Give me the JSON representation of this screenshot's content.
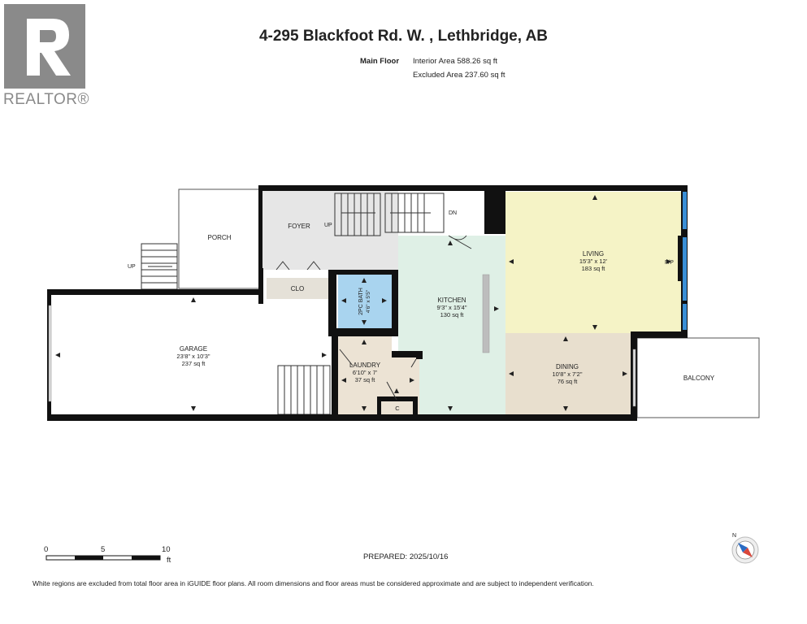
{
  "brand": {
    "name": "REALTOR®"
  },
  "header": {
    "title": "4-295 Blackfoot Rd. W. , Lethbridge, AB",
    "floor": "Main Floor",
    "interior_area": "Interior Area 588.26 sq ft",
    "excluded_area": "Excluded Area 237.60 sq ft"
  },
  "rooms": {
    "porch": {
      "name": "PORCH"
    },
    "foyer": {
      "name": "FOYER"
    },
    "closet": {
      "name": "CLO"
    },
    "bath": {
      "name": "2PC BATH",
      "dims": "4'6\" x 5'5\""
    },
    "garage": {
      "name": "GARAGE",
      "dims": "23'8\" x 10'3\"",
      "area": "237 sq ft"
    },
    "laundry": {
      "name": "LAUNDRY",
      "dims": "6'10\" x 7'",
      "area": "37 sq ft"
    },
    "laundry_closet": {
      "name": "C"
    },
    "kitchen": {
      "name": "KITCHEN",
      "dims": "9'3\" x 15'4\"",
      "area": "130 sq ft"
    },
    "living": {
      "name": "LIVING",
      "dims": "15'3\" x 12'",
      "area": "183 sq ft"
    },
    "fireplace": {
      "name": "F/P"
    },
    "dining": {
      "name": "DINING",
      "dims": "10'8\" x 7'2\"",
      "area": "76 sq ft"
    },
    "balcony": {
      "name": "BALCONY"
    }
  },
  "stairs": {
    "up": "UP",
    "down": "DN"
  },
  "scale": {
    "ticks": [
      "0",
      "5",
      "10"
    ],
    "unit": "ft"
  },
  "prepared": "PREPARED: 2025/10/16",
  "footer": "White regions are excluded from total floor area in iGUIDE floor plans. All room dimensions and floor areas must be considered approximate and are subject to independent verification.",
  "colors": {
    "wall": "#111111",
    "foyer": "#e6e6e6",
    "bath": "#a9d4ef",
    "kitchen": "#dff0e6",
    "living": "#f5f3c6",
    "dining": "#e8dfce",
    "laundry": "#ece3d4",
    "closet": "#e5e1d8",
    "window": "#3a8fd6"
  }
}
